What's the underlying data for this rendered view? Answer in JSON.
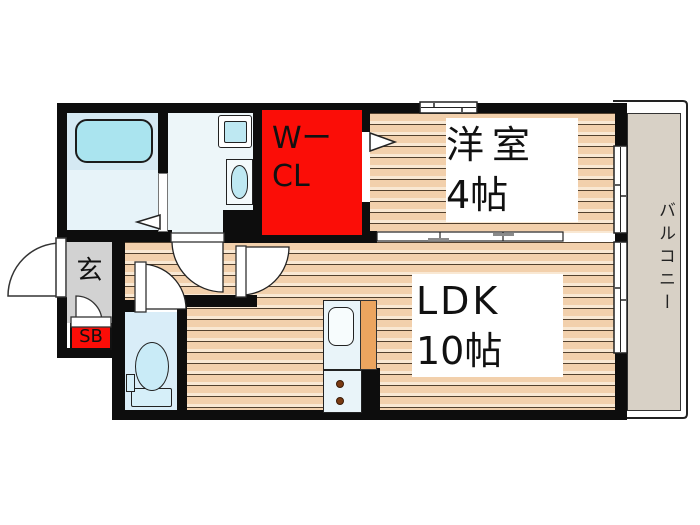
{
  "floor_plan": {
    "type": "apartment-floor-plan",
    "rooms": {
      "western_room": {
        "name_label": "洋室",
        "size_label": "4帖"
      },
      "ldk": {
        "name_label": "LDK",
        "size_label": "10帖"
      },
      "walk_in_closet": {
        "line1": "Wー",
        "line2": "CL"
      },
      "entrance": {
        "label": "玄"
      },
      "shoe_box": {
        "label": "SB"
      },
      "balcony": {
        "label": "バルコニー"
      }
    },
    "colors": {
      "wall": "#0d0d0d",
      "wood_floor_band": "#f2d0ac",
      "wood_floor_light": "#f9e8d3",
      "wood_floor_line": "#53412e",
      "closet_red": "#fb0d07",
      "balcony_beige": "#d8d1c6",
      "entrance_gray": "#d2d2d2",
      "water_blue": "#bee8f2",
      "bath_panel_blue": "#d5e9f3",
      "bath_floor_blue": "#e7f3f9",
      "toilet_floor_blue": "#d9edf8",
      "counter_orange": "#eca55f"
    },
    "icons": [
      "bathtub-icon",
      "washing-machine-icon",
      "washbasin-icon",
      "toilet-icon",
      "kitchen-sink-icon",
      "stove-burner-icon",
      "door-swing-icon",
      "door-direction-triangle-icon",
      "sliding-window-icon"
    ]
  }
}
